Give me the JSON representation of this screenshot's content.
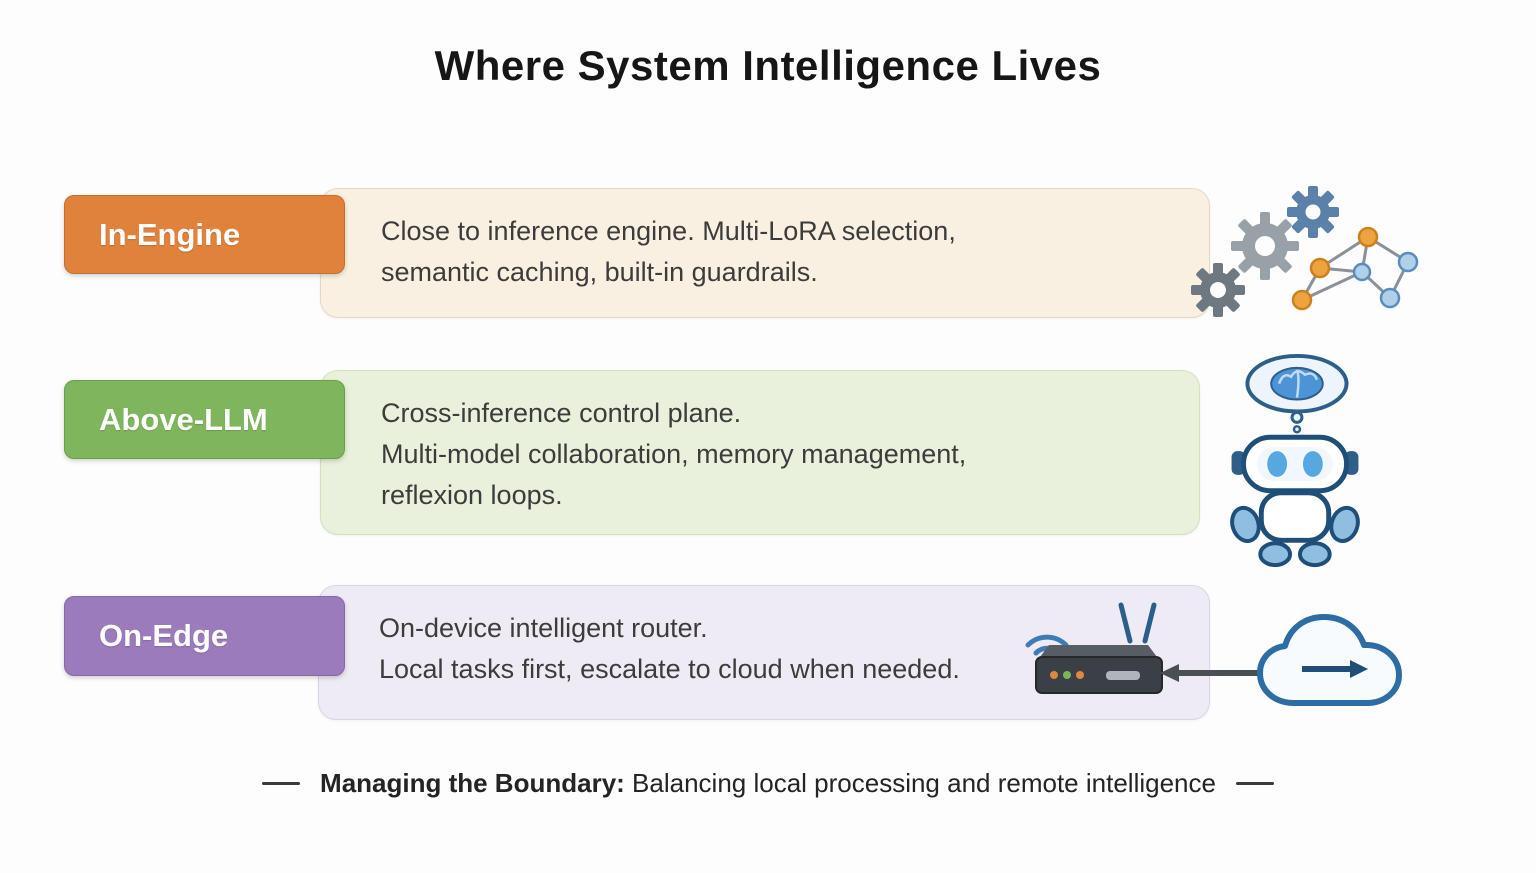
{
  "title": "Where System Intelligence Lives",
  "rows": [
    {
      "label": "In-Engine",
      "lines": [
        "Close to inference engine. Multi-LoRA selection,",
        "semantic caching, built-in guardrails."
      ],
      "colors": {
        "label_bg": "#E0823C",
        "label_border": "#C56F2C",
        "box_bg": "#FAF0E1",
        "box_border": "#E6D7C2"
      },
      "icons": [
        "gear-icon",
        "network-graph-icon"
      ]
    },
    {
      "label": "Above-LLM",
      "lines": [
        "Cross-inference control plane.",
        "Multi-model collaboration, memory management,",
        "reflexion loops."
      ],
      "colors": {
        "label_bg": "#7FB55C",
        "label_border": "#69A047",
        "box_bg": "#E9F1DC",
        "box_border": "#D0E1BC"
      },
      "icons": [
        "robot-icon",
        "brain-thought-bubble-icon"
      ]
    },
    {
      "label": "On-Edge",
      "lines": [
        "On-device intelligent router.",
        "Local tasks first, escalate to cloud when needed."
      ],
      "colors": {
        "label_bg": "#9B7BBB",
        "label_border": "#8668A6",
        "box_bg": "#EFEBF4",
        "box_border": "#DBD3E6"
      },
      "icons": [
        "wifi-icon",
        "router-icon",
        "double-arrow-icon",
        "cloud-sync-icon"
      ]
    }
  ],
  "footer": {
    "bold": "Managing the Boundary:",
    "rest": "Balancing local processing and remote intelligence"
  },
  "accent_colors": {
    "orange": "#E0823C",
    "green": "#7FB55C",
    "purple": "#9B7BBB",
    "blue": "#2E6DA4",
    "gear_gray": "#8C969E",
    "node_orange": "#EFA33E",
    "node_blue": "#AFD0E8"
  }
}
